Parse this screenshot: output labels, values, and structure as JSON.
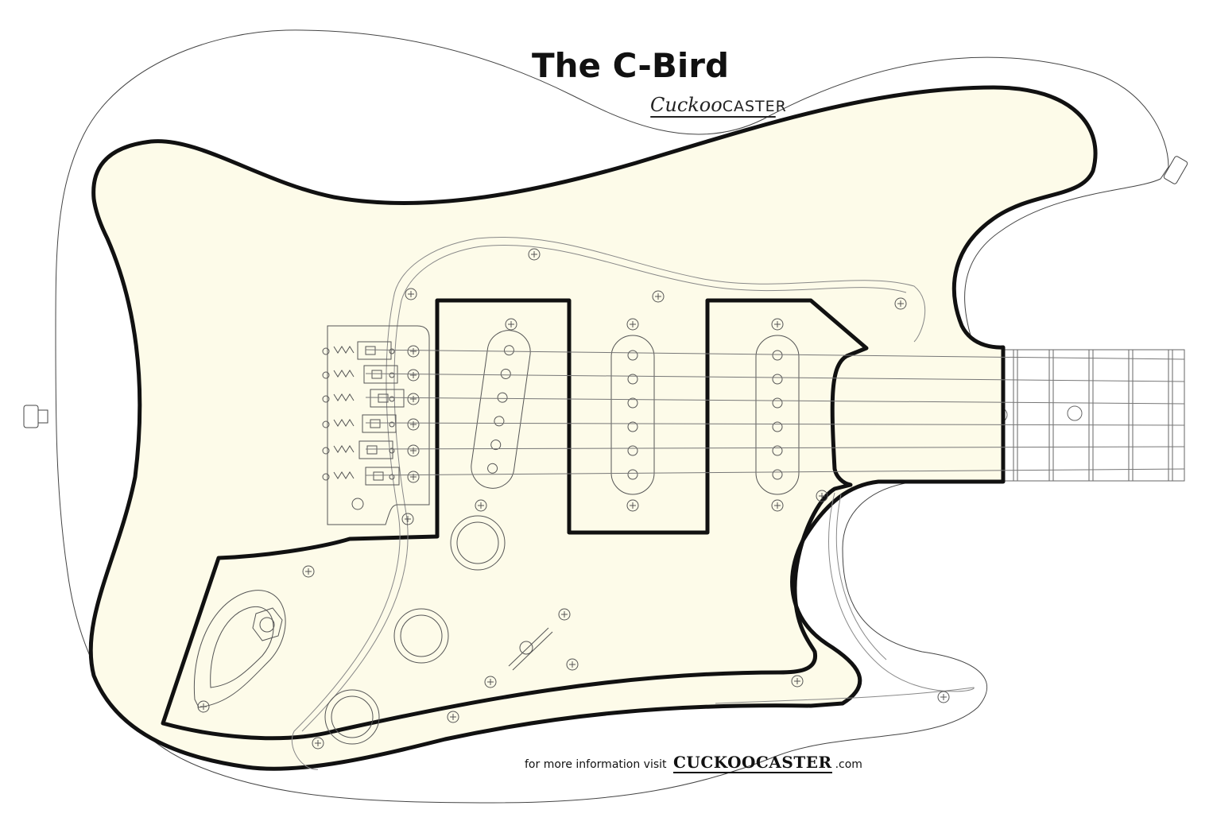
{
  "title": "The C-Bird",
  "brand": {
    "script": "Cuckoo",
    "caps": "CASTER"
  },
  "footer": {
    "prefix": "for more information visit",
    "brand": "CUCKOOCASTER",
    "suffix": ".com"
  },
  "colors": {
    "pickguard_fill": "#fdfbe9",
    "outline": "#111111",
    "line": "#555555"
  }
}
